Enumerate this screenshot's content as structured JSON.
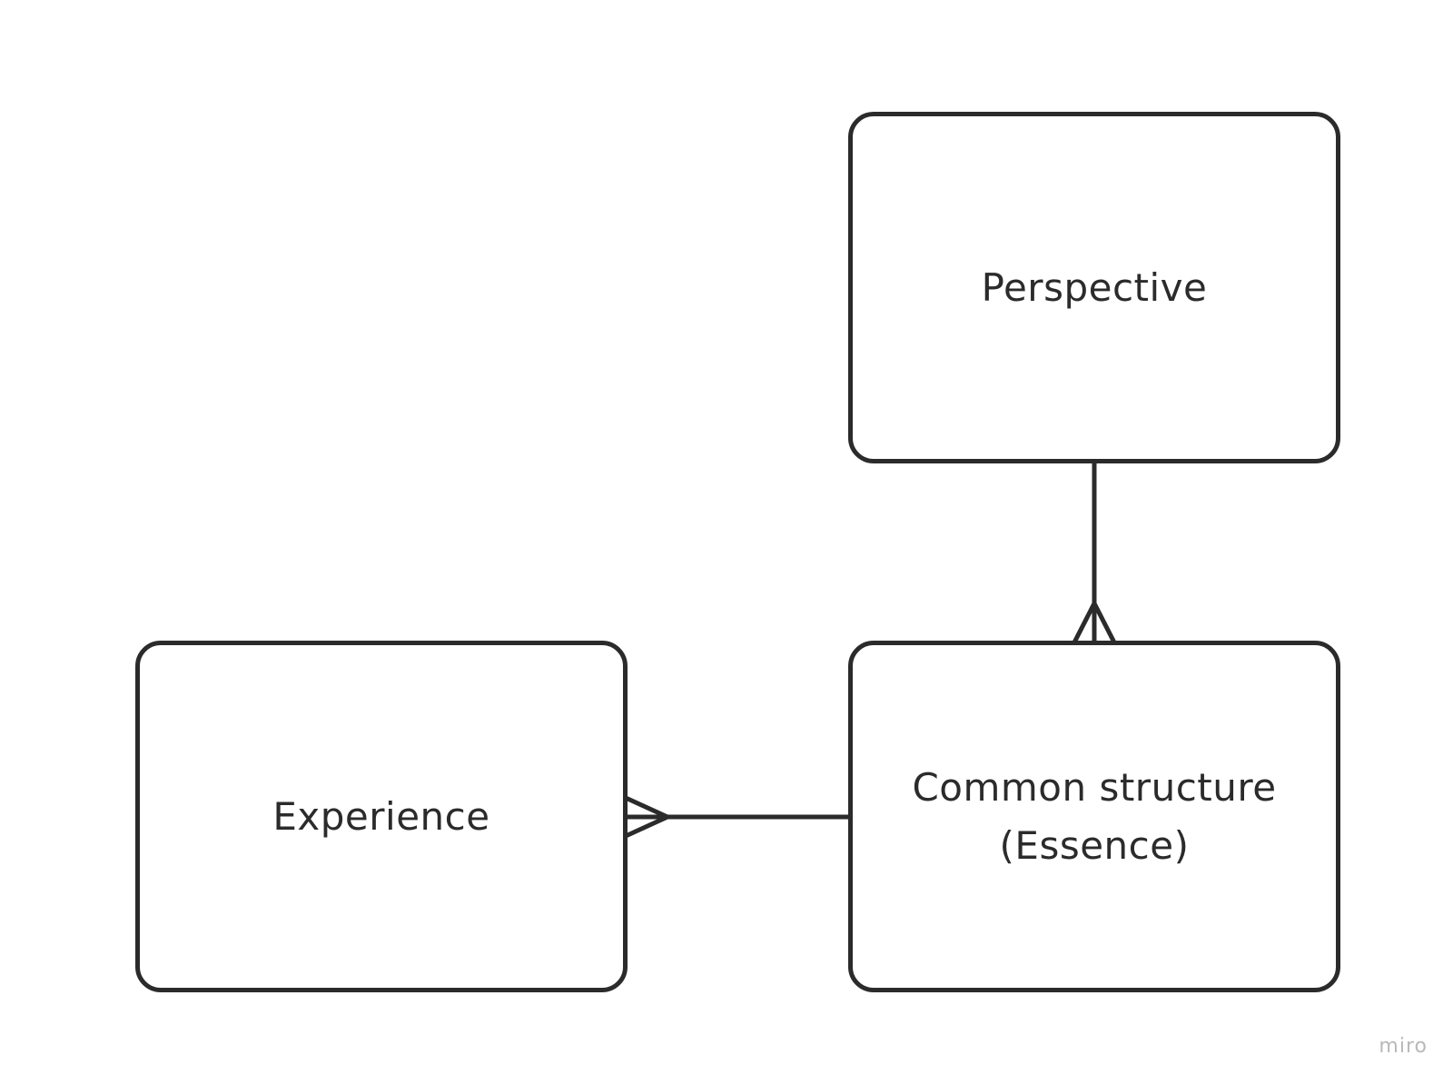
{
  "diagram": {
    "entities": [
      {
        "id": "perspective",
        "label": "Perspective"
      },
      {
        "id": "experience",
        "label": "Experience"
      },
      {
        "id": "essence",
        "label_lines": [
          "Common structure",
          "(Essence)"
        ]
      }
    ],
    "relationships": [
      {
        "from": "perspective",
        "to": "essence",
        "notation": "one-to-many (crow's foot at essence)"
      },
      {
        "from": "essence",
        "to": "experience",
        "notation": "one-to-many (crow's foot at experience)"
      }
    ],
    "colors": {
      "stroke": "#2b2b2b",
      "background": "#ffffff",
      "watermark": "#b9b9b9"
    }
  },
  "watermark": "miro"
}
